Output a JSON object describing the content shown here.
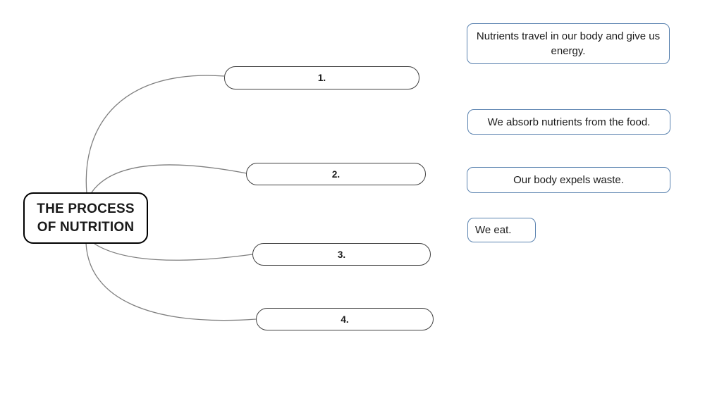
{
  "diagram": {
    "root": {
      "label_line1": "THE PROCESS",
      "label_line2": "OF NUTRITION"
    },
    "numbered_slots": [
      {
        "number": "1."
      },
      {
        "number": "2."
      },
      {
        "number": "3."
      },
      {
        "number": "4."
      }
    ],
    "answers": [
      {
        "text": "Nutrients travel in our body and give us energy."
      },
      {
        "text": "We absorb nutrients from the food."
      },
      {
        "text": "Our body expels waste."
      },
      {
        "text": "We eat."
      }
    ],
    "colors": {
      "answer_border": "#5b83b0",
      "slot_border": "#404040",
      "root_border": "#000000",
      "connector": "#7f7f7f"
    }
  }
}
